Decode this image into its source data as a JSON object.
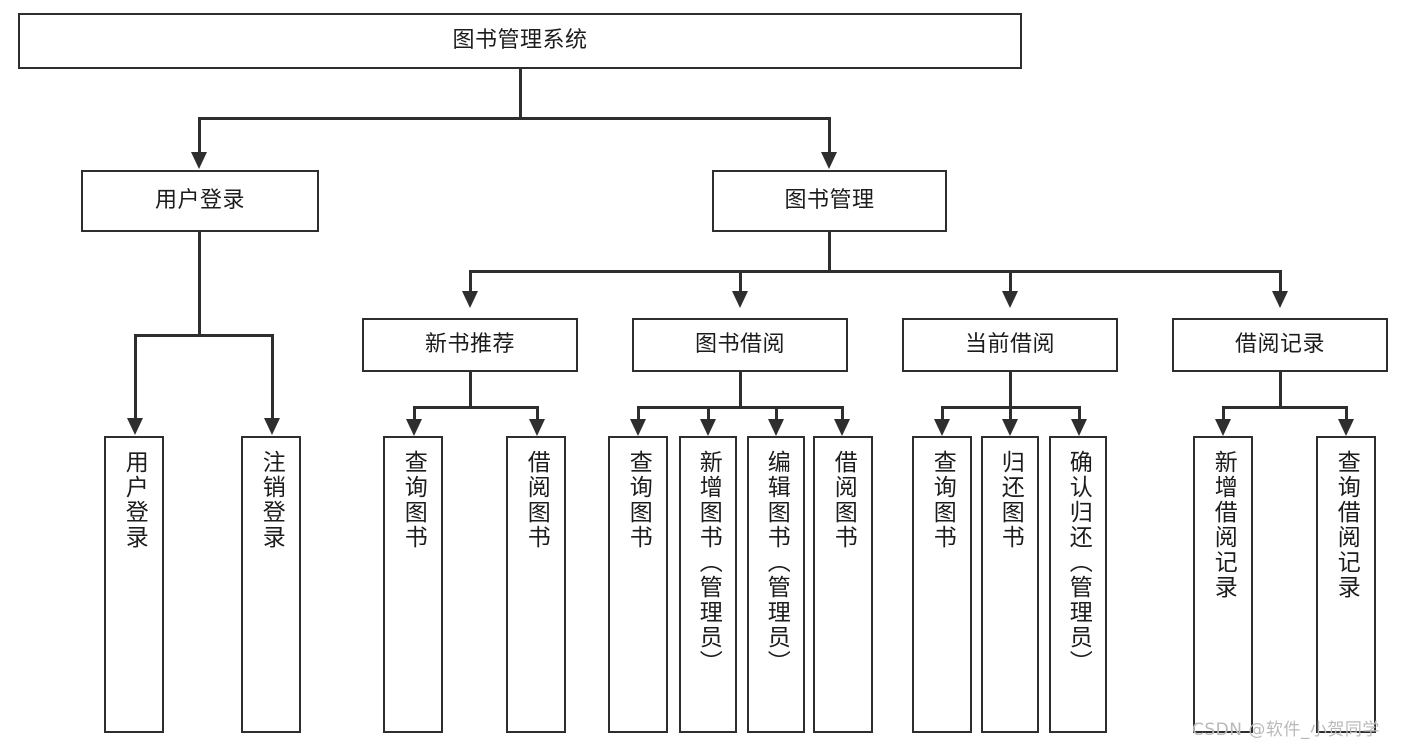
{
  "diagram": {
    "title": "图书管理系统",
    "type": "tree-hierarchy-diagram",
    "root": {
      "label": "图书管理系统"
    },
    "level1": [
      {
        "label": "用户登录"
      },
      {
        "label": "图书管理"
      }
    ],
    "level2": [
      {
        "label": "新书推荐"
      },
      {
        "label": "图书借阅"
      },
      {
        "label": "当前借阅"
      },
      {
        "label": "借阅记录"
      }
    ],
    "leaves": {
      "user_login": [
        {
          "label": "用户登录"
        },
        {
          "label": "注销登录"
        }
      ],
      "new_book_recommend": [
        {
          "label": "查询图书"
        },
        {
          "label": "借阅图书"
        }
      ],
      "book_borrow": [
        {
          "label": "查询图书"
        },
        {
          "label": "新增图书（管理员）"
        },
        {
          "label": "编辑图书（管理员）"
        },
        {
          "label": "借阅图书"
        }
      ],
      "current_borrow": [
        {
          "label": "查询图书"
        },
        {
          "label": "归还图书"
        },
        {
          "label": "确认归还（管理员）"
        }
      ],
      "borrow_record": [
        {
          "label": "新增借阅记录"
        },
        {
          "label": "查询借阅记录"
        }
      ]
    }
  },
  "watermark": {
    "text": "CSDN @软件_小贺同学"
  },
  "colors": {
    "stroke": "#2e2e2e",
    "background": "#ffffff",
    "text": "#1c1c1c",
    "watermark": "#b9b9b9"
  }
}
